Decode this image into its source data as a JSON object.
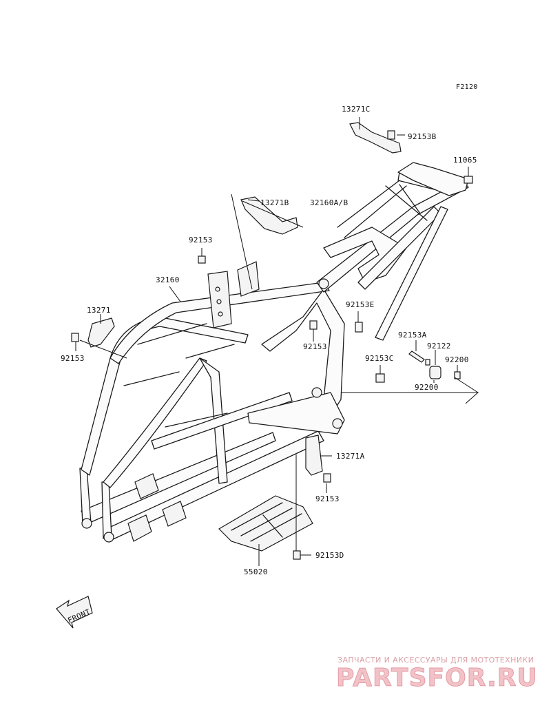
{
  "figure_code": "F2120",
  "labels": {
    "l_13271C": "13271C",
    "l_92153B": "92153B",
    "l_11065": "11065",
    "l_13271B": "13271B",
    "l_32160AB": "32160A/B",
    "l_92153_top": "92153",
    "l_32160": "32160",
    "l_13271": "13271",
    "l_92153_left": "92153",
    "l_92153E": "92153E",
    "l_92153_mid": "92153",
    "l_92153A": "92153A",
    "l_92122": "92122",
    "l_92153C": "92153C",
    "l_92200_right": "92200",
    "l_92200_low": "92200",
    "l_13271A": "13271A",
    "l_92153_low": "92153",
    "l_92153D": "92153D",
    "l_55020": "55020"
  },
  "front_label": "FRONT",
  "watermark": {
    "line1": "ЗАПЧАСТИ И АКСЕССУАРЫ ДЛЯ МОТОТЕХНИКИ",
    "line2": "PARTSFOR.RU",
    "color": "#e27c86"
  }
}
